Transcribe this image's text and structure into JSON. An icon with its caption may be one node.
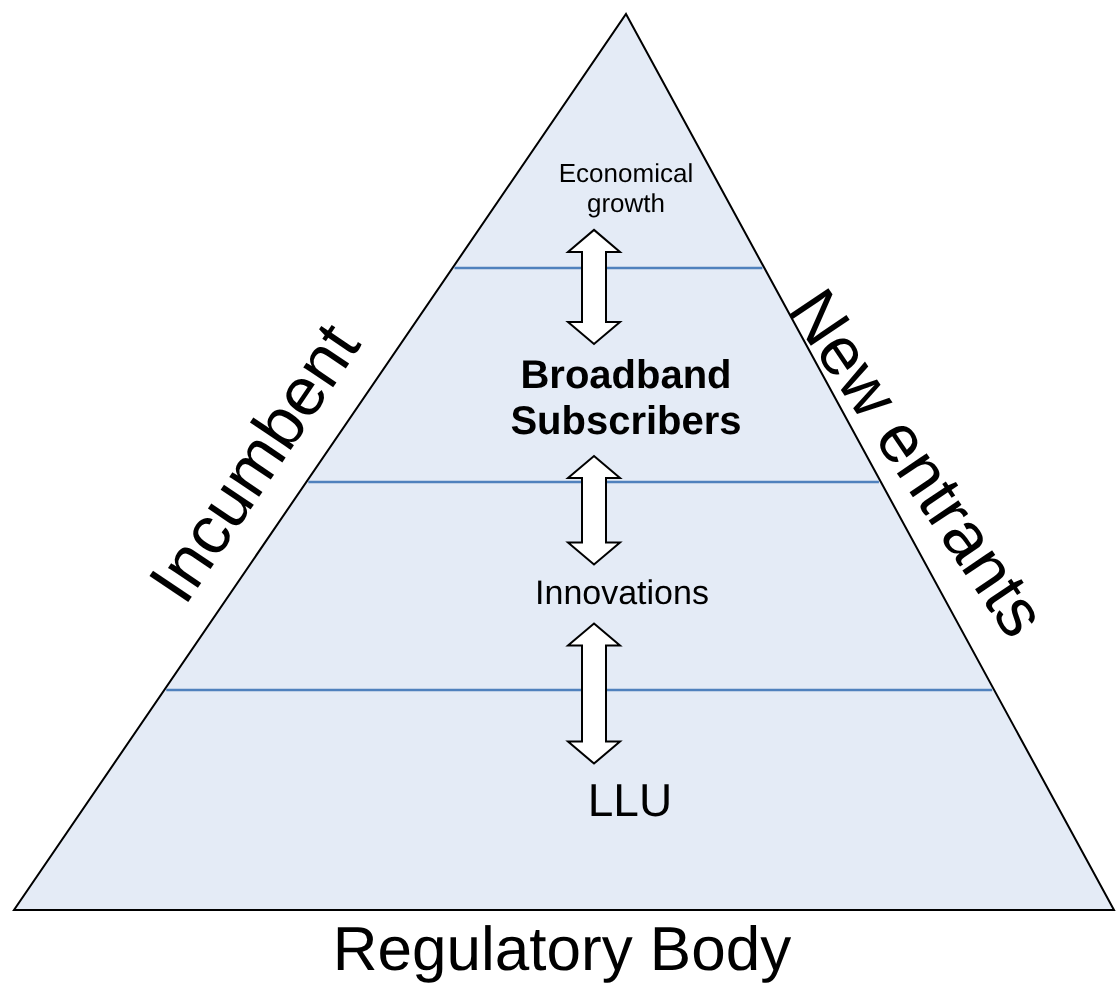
{
  "diagram": {
    "nodes": [
      {
        "text": [
          "Economical growth"
        ]
      },
      {
        "text": [
          "Broadband Subscribers"
        ]
      },
      {
        "text": [
          "Innovations"
        ]
      },
      {
        "text": [
          "LLU"
        ]
      }
    ],
    "edges": [
      {
        "from": 0,
        "to": 1,
        "arrow": "both"
      },
      {
        "from": 1,
        "to": 2,
        "arrow": "both"
      },
      {
        "from": 2,
        "to": 3,
        "arrow": "both"
      }
    ],
    "labels": [
      "Incumbent",
      "New entrants",
      "Regulatory Body"
    ]
  }
}
